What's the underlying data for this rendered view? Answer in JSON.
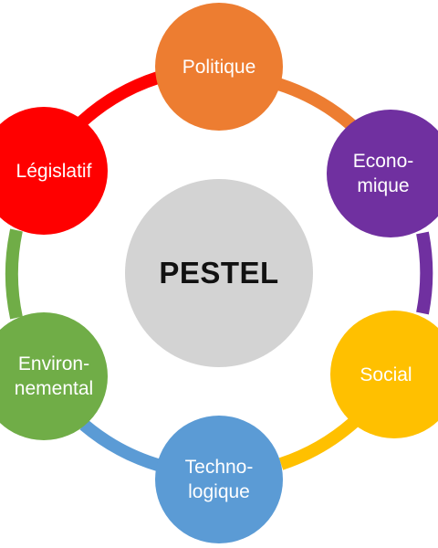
{
  "diagram": {
    "center": {
      "label": "PESTEL",
      "color": "#d3d3d3"
    },
    "nodes": [
      {
        "id": "politique",
        "lines": [
          "Politique"
        ],
        "color": "#ed7d31"
      },
      {
        "id": "economique",
        "lines": [
          "Econo-",
          "mique"
        ],
        "color": "#7030a0"
      },
      {
        "id": "social",
        "lines": [
          "Social"
        ],
        "color": "#ffc000"
      },
      {
        "id": "technologique",
        "lines": [
          "Techno-",
          "logique"
        ],
        "color": "#5b9bd5"
      },
      {
        "id": "environnemental",
        "lines": [
          "Environ-",
          "nemental"
        ],
        "color": "#70ad47"
      },
      {
        "id": "legislatif",
        "lines": [
          "Législatif"
        ],
        "color": "#ff0000"
      }
    ]
  }
}
